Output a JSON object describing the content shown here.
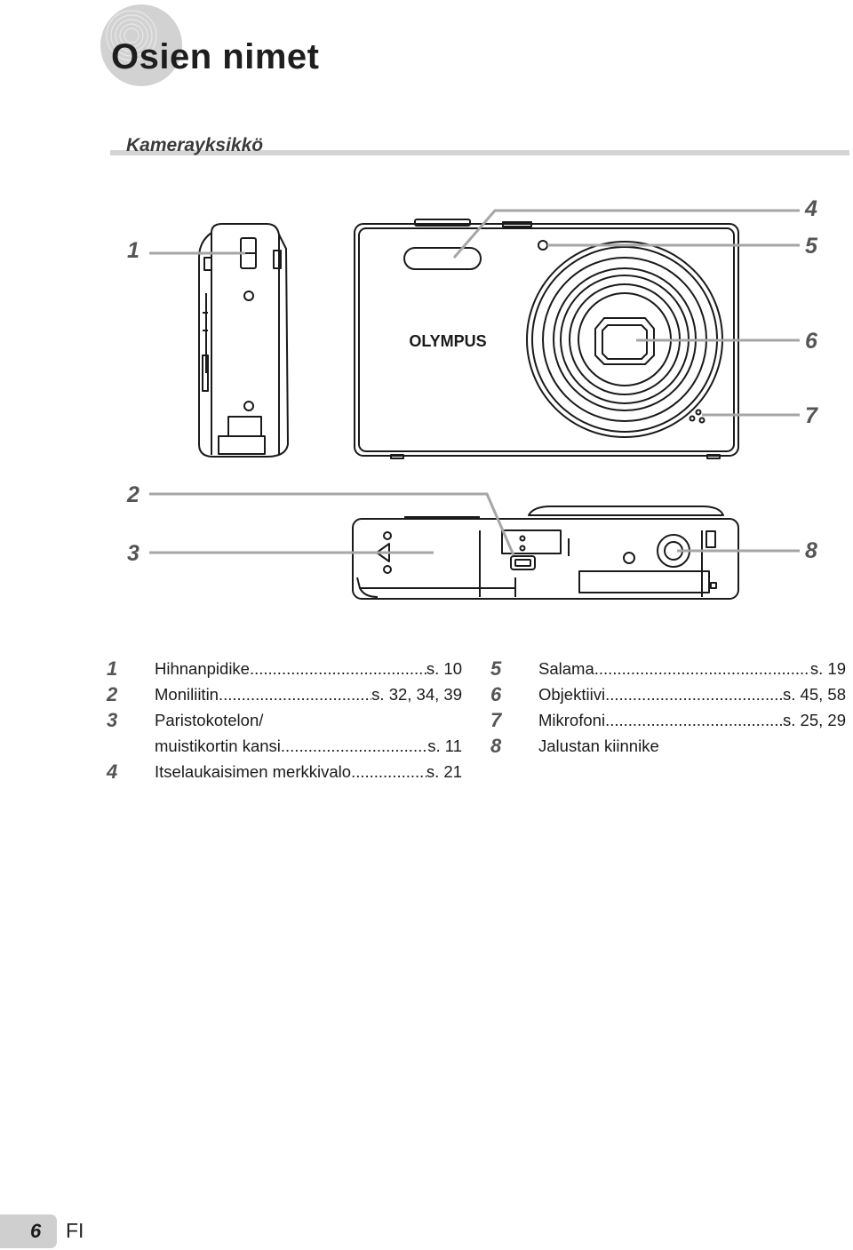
{
  "header": {
    "title": "Osien nimet",
    "section": "Kamerayksikkö"
  },
  "diagram": {
    "brand_logo": "OLYMPUS",
    "callouts": [
      "1",
      "2",
      "3",
      "4",
      "5",
      "6",
      "7",
      "8"
    ]
  },
  "parts": {
    "left": [
      {
        "num": "1",
        "name": "Hihnanpidike",
        "ref": "s. 10"
      },
      {
        "num": "2",
        "name": "Moniliitin",
        "ref": "s. 32, 34, 39"
      },
      {
        "num": "3",
        "name_line1": "Paristokotelon/",
        "name": "muistikortin kansi",
        "ref": "s. 11"
      },
      {
        "num": "4",
        "name": "Itselaukaisimen merkkivalo",
        "ref": "s. 21"
      }
    ],
    "right": [
      {
        "num": "5",
        "name": "Salama",
        "ref": "s. 19"
      },
      {
        "num": "6",
        "name": "Objektiivi",
        "ref": "s. 45, 58"
      },
      {
        "num": "7",
        "name": "Mikrofoni",
        "ref": "s. 25, 29"
      },
      {
        "num": "8",
        "name": "Jalustan kiinnike",
        "ref": ""
      }
    ]
  },
  "footer": {
    "page_number": "6",
    "language": "FI"
  }
}
